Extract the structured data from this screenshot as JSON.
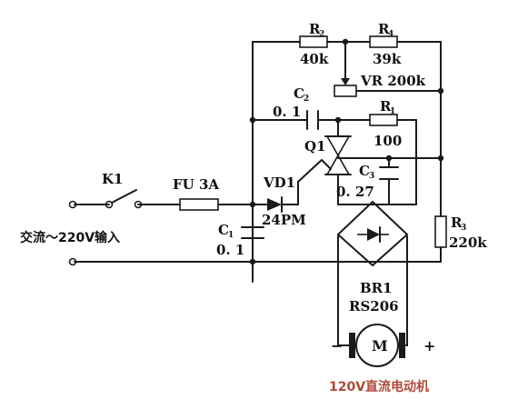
{
  "labels": {
    "r2_name": "R",
    "r2_sub": "2",
    "r2_value": "40k",
    "r4_name": "R",
    "r4_sub": "4",
    "r4_value": "39k",
    "vr": "VR 200k",
    "c2_name": "C",
    "c2_sub": "2",
    "c2_value": "0. 1",
    "r1_name": "R",
    "r1_sub": "1",
    "r1_value": "100",
    "q1": "Q1",
    "c3_name": "C",
    "c3_sub": "3",
    "c3_value": "0. 27",
    "k1": "K1",
    "fu": "FU 3A",
    "vd1": "VD1",
    "vd1_part": "24PM",
    "c1_name": "C",
    "c1_sub": "1",
    "c1_value": "0. 1",
    "input": "交流～220V输入",
    "r3_name": "R",
    "r3_sub": "3",
    "r3_value": "220k",
    "br1": "BR1",
    "br1_part": "RS206",
    "motor_m": "M",
    "minus": "−",
    "plus": "+",
    "motor_caption": "120V直流电动机"
  },
  "colors": {
    "ink": "#1a1a1a",
    "caption": "#b04a3a"
  }
}
